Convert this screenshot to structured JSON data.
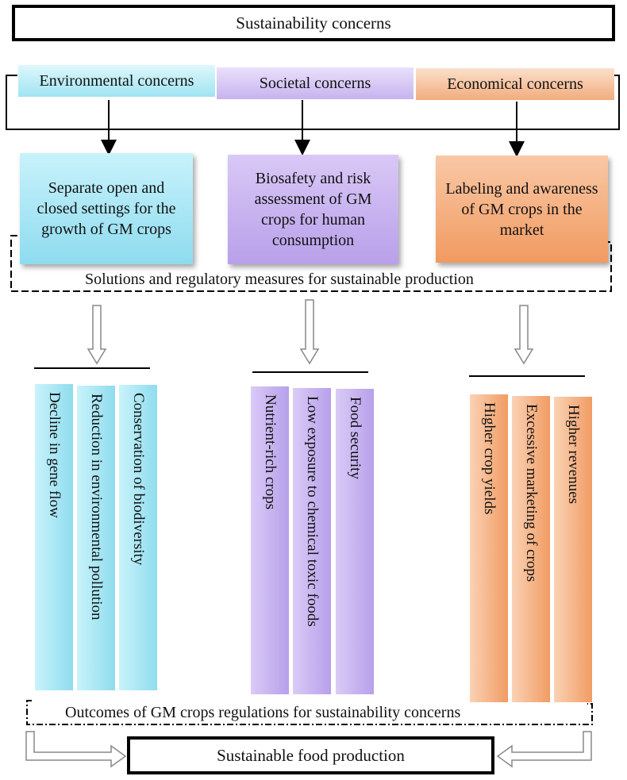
{
  "title": "Sustainability concerns",
  "concerns": {
    "environmental": "Environmental concerns",
    "societal": "Societal concerns",
    "economical": "Economical concerns"
  },
  "solutions": {
    "environmental": "Separate open and closed settings for the growth of GM crops",
    "societal": "Biosafety and risk assessment of GM crops for human consumption",
    "economical": "Labeling and awareness of GM crops in the market"
  },
  "solutions_label": "Solutions and regulatory measures for sustainable production",
  "outcomes": {
    "environmental": [
      "Decline in gene flow",
      "Reduction in environmental pollution",
      "Conservation of biodiversity"
    ],
    "societal": [
      "Nutrient-rich crops",
      "Low exposure to chemical toxic foods",
      "Food security"
    ],
    "economical": [
      "Higher crop yields",
      "Excessive marketing of crops",
      "Higher revenues"
    ]
  },
  "outcomes_label": "Outcomes of GM crops regulations for sustainability concerns",
  "final": "Sustainable food production",
  "colors": {
    "environmental": "#9fe4f2",
    "societal": "#c7b3ef",
    "economical": "#f2ac7d"
  }
}
